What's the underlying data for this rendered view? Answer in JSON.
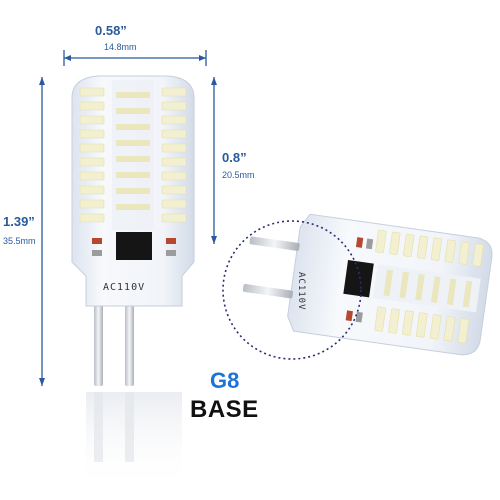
{
  "dimensions": {
    "width_inch": "0.58”",
    "width_mm": "14.8mm",
    "middle_inch": "0.8”",
    "middle_mm": "20.5mm",
    "height_inch": "1.39”",
    "height_mm": "35.5mm"
  },
  "bulb_print": "AC110V",
  "base": {
    "code": "G8",
    "label": "BASE"
  },
  "colors": {
    "dimension_text": "#2a5a99",
    "dimension_line": "#2a5a99",
    "base_code": "#1e72d8",
    "led": "#f2f0d0",
    "circle": "#2c2f73"
  }
}
